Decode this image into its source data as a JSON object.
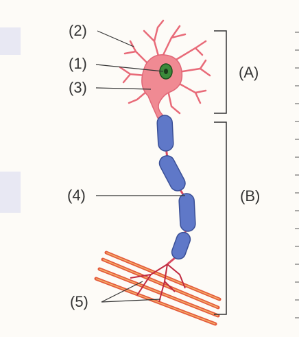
{
  "labels": {
    "l1": "(1)",
    "l2": "(2)",
    "l3": "(3)",
    "l4": "(4)",
    "l5": "(5)",
    "lA": "(A)",
    "lB": "(B)"
  },
  "colors": {
    "soma": "#f08a93",
    "dendrite": "#e86a78",
    "nucleus": "#3b8a3b",
    "myelin": "#5f78c8",
    "axon": "#d84b60",
    "muscle": "#e45a3c",
    "line": "#333333"
  }
}
